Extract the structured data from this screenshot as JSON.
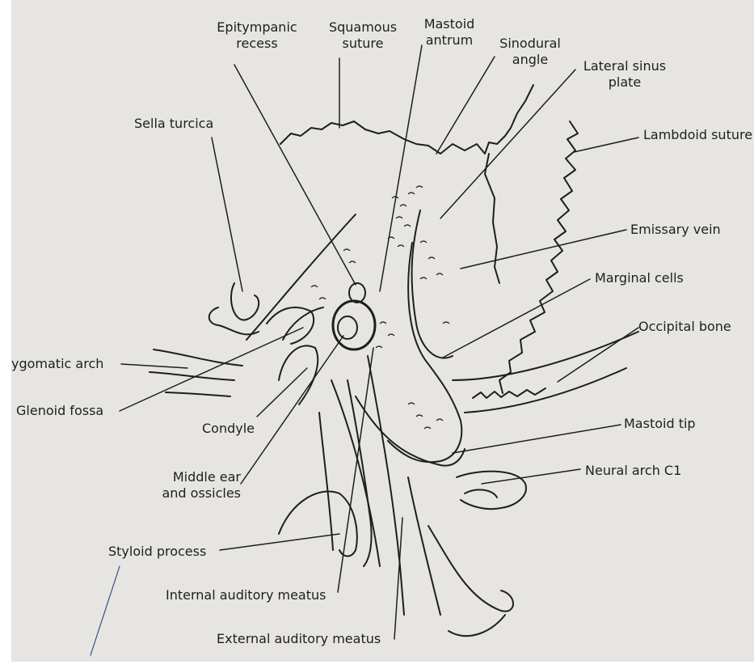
{
  "labels": {
    "epitympanic_recess": [
      "Epitympanic",
      "recess"
    ],
    "squamous_suture": [
      "Squamous",
      "suture"
    ],
    "mastoid_antrum": [
      "Mastoid",
      "antrum"
    ],
    "sinodural_angle": [
      "Sinodural",
      "angle"
    ],
    "lateral_sinus_plate": [
      "Lateral sinus",
      "plate"
    ],
    "sella_turcica": "Sella turcica",
    "lambdoid_suture": "Lambdoid suture",
    "emissary_vein": "Emissary vein",
    "marginal_cells": "Marginal cells",
    "occipital_bone": "Occipital bone",
    "zygomatic_arch": "ygomatic arch",
    "glenoid_fossa": "Glenoid fossa",
    "condyle": "Condyle",
    "mastoid_tip": "Mastoid tip",
    "neural_arch_c1": "Neural arch C1",
    "middle_ear": [
      "Middle ear",
      "and ossicles"
    ],
    "styloid_process": "Styloid process",
    "internal_auditory_meatus": "Internal auditory meatus",
    "external_auditory_meatus": "External auditory meatus"
  },
  "colors": {
    "paper": "#e6e5e2",
    "ink": "#1e1e1e"
  }
}
